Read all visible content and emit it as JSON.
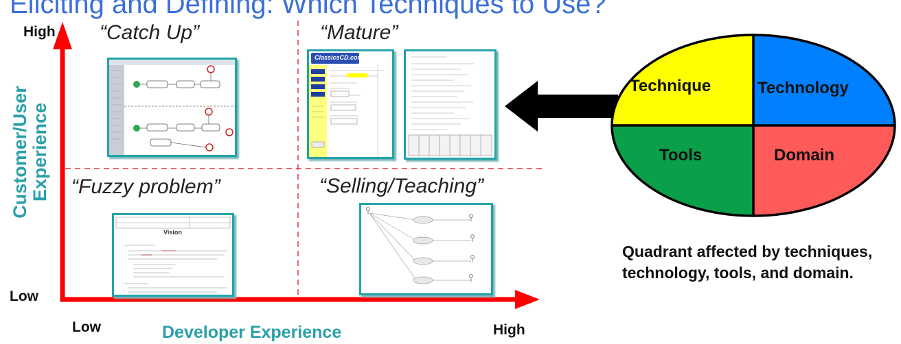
{
  "title": "Eliciting and Defining: Which Techniques to Use?",
  "axes": {
    "y_label_line1": "Customer/User",
    "y_label_line2": "Experience",
    "x_label": "Developer Experience",
    "y_high": "High",
    "y_low": "Low",
    "x_low": "Low",
    "x_high": "High"
  },
  "quadrants": {
    "top_left": "“Catch Up”",
    "top_right": "“Mature”",
    "bottom_left": "“Fuzzy problem”",
    "bottom_right": "“Selling/Teaching”"
  },
  "thumbnails": {
    "mature_logo": "ClassicsCD.com",
    "vision_title": "Vision"
  },
  "pie": {
    "technique": "Technique",
    "technology": "Technology",
    "tools": "Tools",
    "domain": "Domain"
  },
  "caption": "Quadrant affected by techniques, technology, tools, and domain.",
  "colors": {
    "axis": "#ff0000",
    "technique": "#ffff00",
    "technology": "#0080ff",
    "tools": "#0a9f49",
    "domain": "#ff5a5a",
    "teal": "#2aa0a8"
  }
}
